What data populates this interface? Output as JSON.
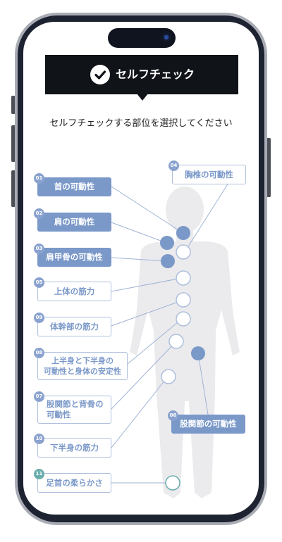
{
  "header": {
    "title": "セルフチェック",
    "icon": "check-icon"
  },
  "subtitle": "セルフチェックする部位を選択してください",
  "colors": {
    "accent": "#7a98c8",
    "outline": "#aebfdd",
    "header_bg": "#101318",
    "silhouette": "#ebebed"
  },
  "items": [
    {
      "num": "01",
      "label": "首の可動性"
    },
    {
      "num": "02",
      "label": "肩の可動性"
    },
    {
      "num": "03",
      "label": "肩甲骨の可動性"
    },
    {
      "num": "04",
      "label": "胸椎の可動性"
    },
    {
      "num": "05",
      "label": "上体の筋力"
    },
    {
      "num": "09",
      "label": "体幹部の筋力"
    },
    {
      "num": "08",
      "label_line1": "上半身と下半身の",
      "label_line2": "可動性と身体の安定性"
    },
    {
      "num": "07",
      "label_line1": "股関節と背骨の",
      "label_line2": "可動性"
    },
    {
      "num": "06",
      "label": "股関節の可動性"
    },
    {
      "num": "10",
      "label": "下半身の筋力"
    },
    {
      "num": "11",
      "label": "足首の柔らかさ"
    }
  ]
}
